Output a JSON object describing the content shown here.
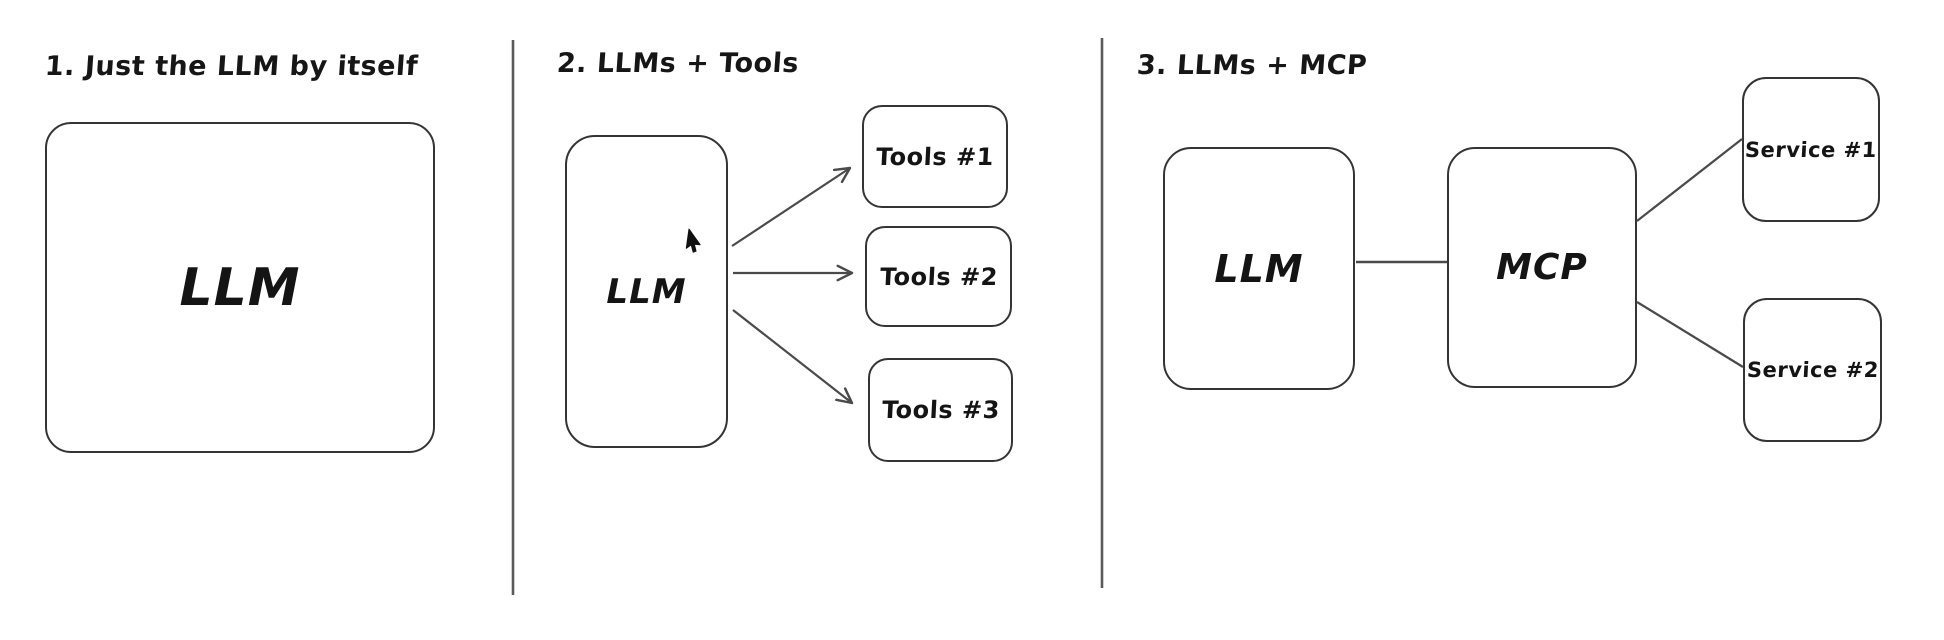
{
  "colors": {
    "background": "#ffffff",
    "box_stroke": "#343434",
    "line_stroke": "#4a4a4a",
    "divider_stroke": "#5a5a5a",
    "text": "#141414"
  },
  "panels": [
    {
      "title": "1. Just the LLM by itself",
      "llm_label": "LLM"
    },
    {
      "title": "2. LLMs + Tools",
      "llm_label": "LLM",
      "tools": [
        "Tools #1",
        "Tools #2",
        "Tools #3"
      ]
    },
    {
      "title": "3. LLMs + MCP",
      "llm_label": "LLM",
      "mcp_label": "MCP",
      "services": [
        "Service #1",
        "Service #2"
      ]
    }
  ]
}
